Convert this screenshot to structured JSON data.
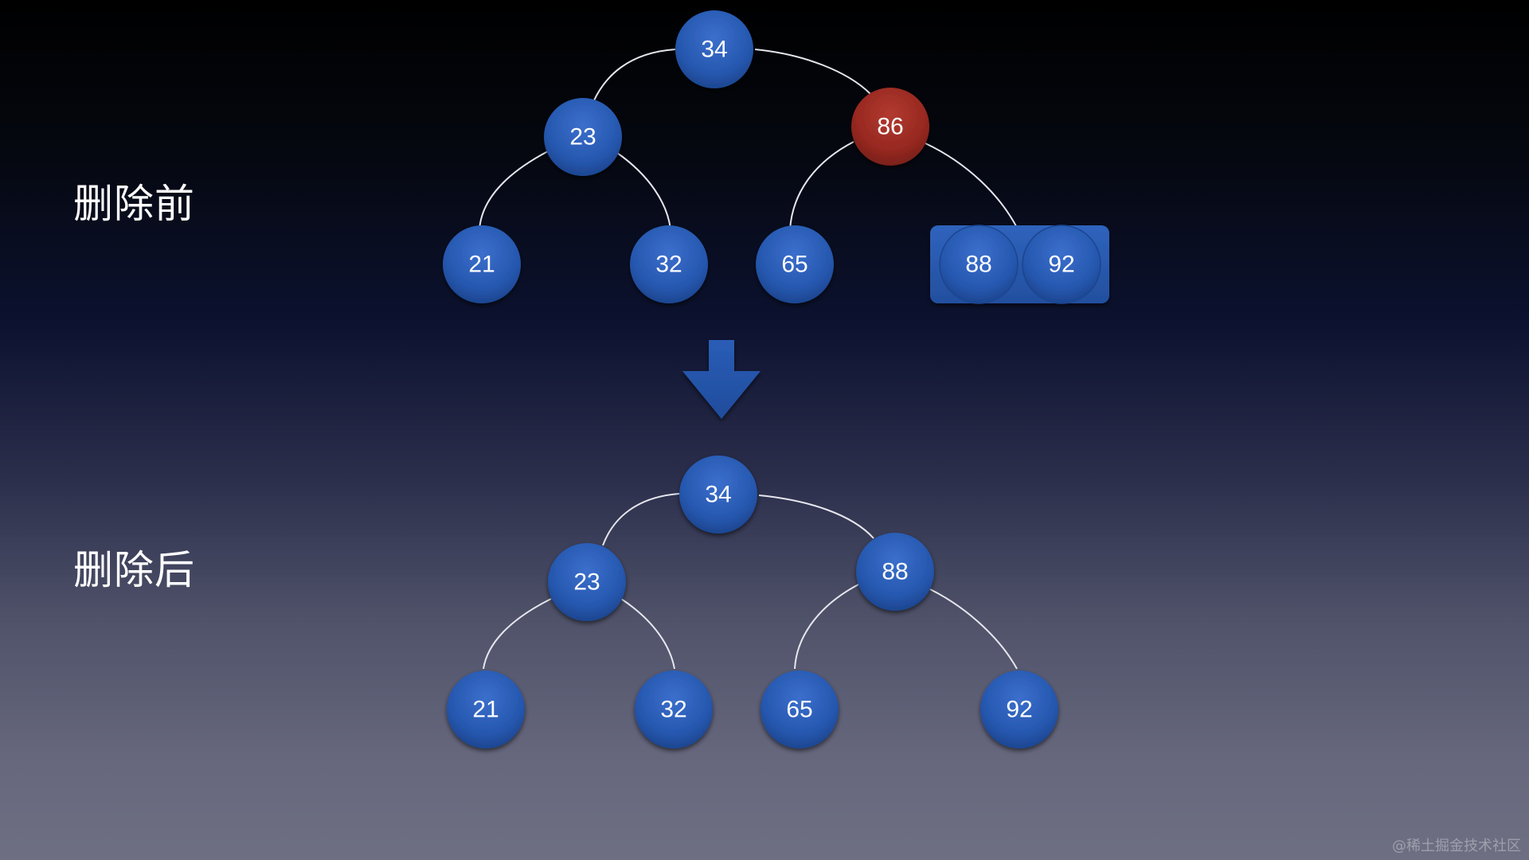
{
  "labels": {
    "before": "删除前",
    "after": "删除后"
  },
  "colors": {
    "node": "#2a5db6",
    "node_deleted": "#9e2a22",
    "merged_box": "#2a5db6",
    "arrow": "#2a5db6",
    "edge": "#e6e6ee"
  },
  "before_tree": {
    "root": "34",
    "level1": [
      "23",
      "86"
    ],
    "level2_left": [
      "21",
      "32"
    ],
    "level2_right": [
      "65"
    ],
    "merged_leaf": [
      "88",
      "92"
    ],
    "deleted_node": "86"
  },
  "after_tree": {
    "root": "34",
    "level1": [
      "23",
      "88"
    ],
    "level2": [
      "21",
      "32",
      "65",
      "92"
    ]
  },
  "arrow_icon": "down-arrow-icon",
  "watermark": "@稀土掘金技术社区"
}
